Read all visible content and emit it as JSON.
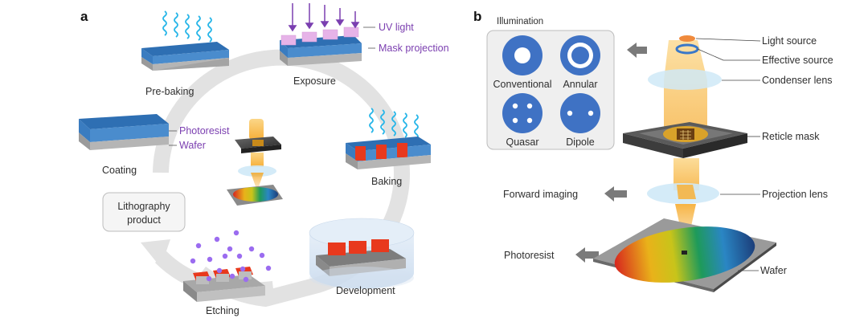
{
  "panel_a": {
    "label": "a",
    "steps": {
      "prebaking": "Pre-baking",
      "exposure": "Exposure",
      "coating": "Coating",
      "baking": "Baking",
      "development": "Development",
      "etching": "Etching"
    },
    "annotations": {
      "uv_light": "UV light",
      "mask_projection": "Mask projection",
      "photoresist": "Photoresist",
      "wafer": "Wafer"
    },
    "product_box": {
      "line1": "Lithography",
      "line2": "product"
    }
  },
  "panel_b": {
    "label": "b",
    "illumination": {
      "title": "Illumination",
      "modes": [
        "Conventional",
        "Annular",
        "Quasar",
        "Dipole"
      ]
    },
    "components": {
      "light_source": "Light source",
      "effective_source": "Effective source",
      "condenser_lens": "Condenser lens",
      "reticle_mask": "Reticle mask",
      "projection_lens": "Projection lens",
      "wafer": "Wafer"
    },
    "outputs": {
      "forward_imaging": "Forward imaging",
      "photoresist": "Photoresist"
    }
  },
  "colors": {
    "photoresist_blue": "#4a86c8",
    "wafer_gray": "#b5b5b5",
    "exposed_red": "#e8391d",
    "mask_pink": "#e6b3e8",
    "uv_purple": "#7a3fb0",
    "heat_cyan": "#29b6e8",
    "illum_blue": "#3f72c4",
    "beam_orange": "#f7b343",
    "lens_cyan": "#cfe9f7",
    "cycle_arrow": "#e0e0e0"
  }
}
